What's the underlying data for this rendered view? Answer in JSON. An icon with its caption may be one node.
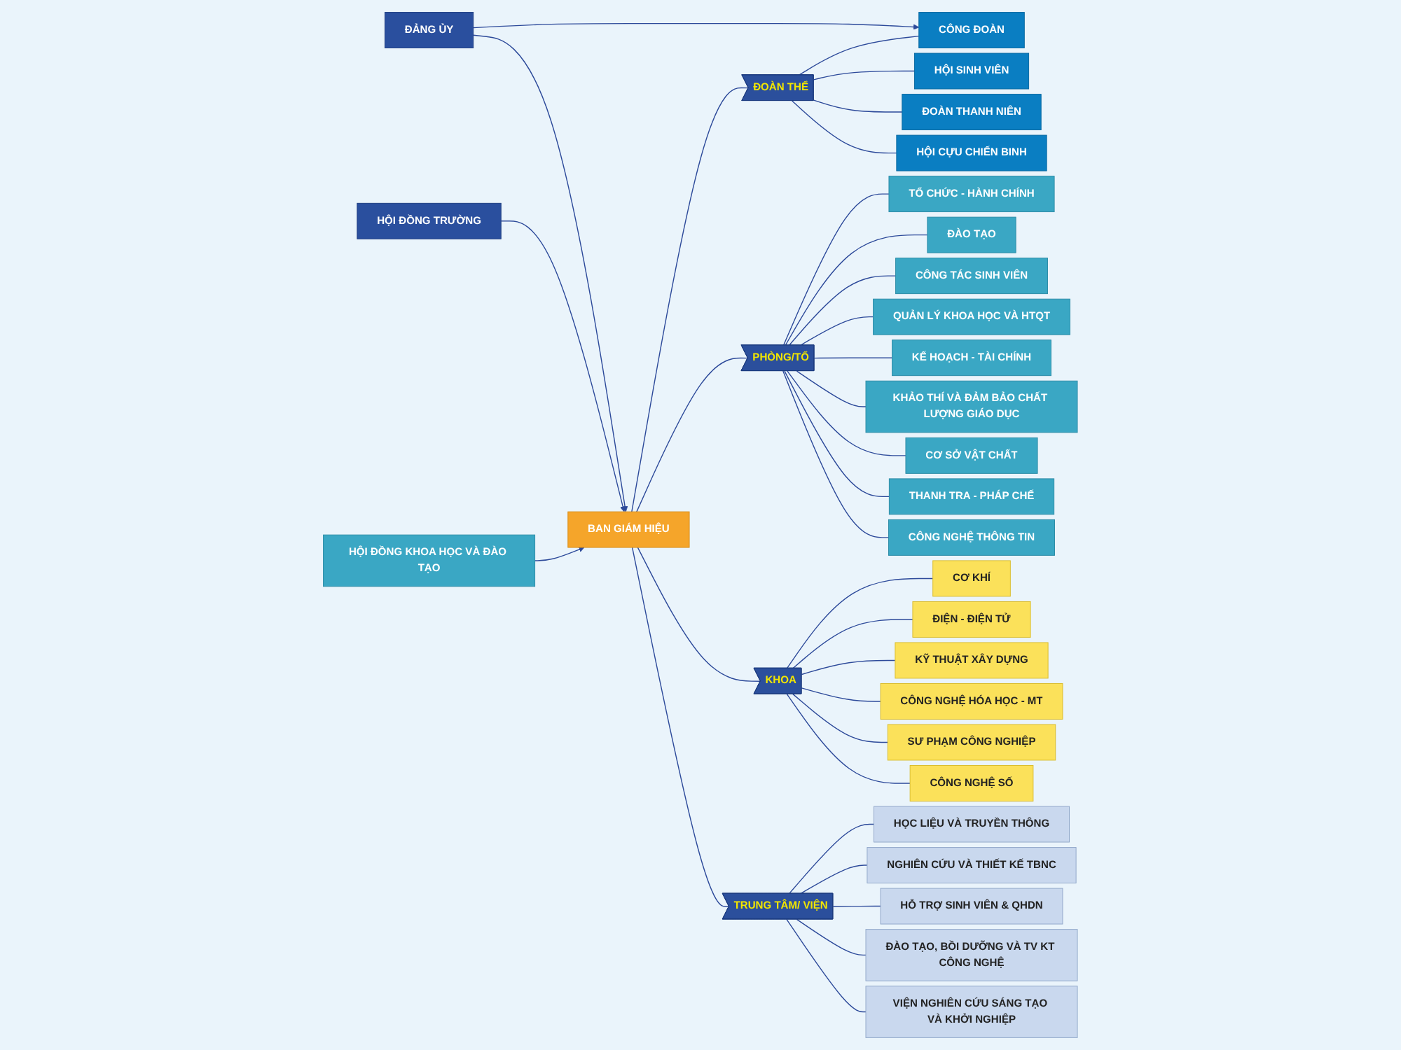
{
  "diagram": {
    "nodes": [
      {
        "text": [
          "ĐẢNG ỦY"
        ]
      },
      {
        "text": [
          "HỘI ĐỒNG TRƯỜNG"
        ]
      },
      {
        "text": [
          "BAN GIÁM HIỆU"
        ]
      },
      {
        "text": [
          "HỘI ĐỒNG KHOA HỌC VÀ ĐÀO TẠO"
        ]
      },
      {
        "text": [
          "ĐOÀN THỂ"
        ]
      },
      {
        "text": [
          "CÔNG ĐOÀN"
        ]
      },
      {
        "text": [
          "HỘI SINH VIÊN"
        ]
      },
      {
        "text": [
          "ĐOÀN THANH NIÊN"
        ]
      },
      {
        "text": [
          "HỘI CỰU CHIẾN BINH"
        ]
      },
      {
        "text": [
          "PHÒNG/TỔ"
        ]
      },
      {
        "text": [
          "TỔ CHỨC - HÀNH CHÍNH"
        ]
      },
      {
        "text": [
          "ĐÀO TẠO"
        ]
      },
      {
        "text": [
          "CÔNG TÁC SINH VIÊN"
        ]
      },
      {
        "text": [
          "QUẢN LÝ KHOA HỌC VÀ HTQT"
        ]
      },
      {
        "text": [
          "KẾ HOẠCH - TÀI CHÍNH"
        ]
      },
      {
        "text": [
          "KHẢO THÍ VÀ ĐẢM BẢO CHẤT LƯỢNG GIÁO DỤC"
        ]
      },
      {
        "text": [
          "CƠ SỞ VẬT CHẤT"
        ]
      },
      {
        "text": [
          "THANH TRA - PHÁP CHẾ"
        ]
      },
      {
        "text": [
          "CÔNG NGHỆ THÔNG TIN"
        ]
      },
      {
        "text": [
          "KHOA"
        ]
      },
      {
        "text": [
          "CƠ KHÍ"
        ]
      },
      {
        "text": [
          "ĐIỆN - ĐIỆN TỬ"
        ]
      },
      {
        "text": [
          "KỸ THUẬT XÂY DỰNG"
        ]
      },
      {
        "text": [
          "CÔNG NGHỆ HÓA HỌC - MT"
        ]
      },
      {
        "text": [
          "SƯ PHẠM CÔNG NGHIỆP"
        ]
      },
      {
        "text": [
          "CÔNG NGHỆ SỐ"
        ]
      },
      {
        "text": [
          "TRUNG TÂM/ VIỆN"
        ]
      },
      {
        "text": [
          "HỌC LIỆU VÀ TRUYỀN THÔNG"
        ]
      },
      {
        "text": [
          "NGHIÊN CỨU VÀ THIẾT KẾ TBNC"
        ]
      },
      {
        "text": [
          "HỖ TRỢ SINH VIÊN & QHDN"
        ]
      },
      {
        "text": [
          "ĐÀO TẠO, BỒI DƯỠNG VÀ TV KT CÔNG NGHỆ"
        ]
      },
      {
        "text": [
          "VIỆN NGHIÊN CỨU SÁNG TẠO VÀ KHỞI NGHIỆP"
        ]
      }
    ],
    "edges": [
      {
        "from": 0,
        "to": 2,
        "arrow": "to"
      },
      {
        "from": 1,
        "to": 2,
        "arrow": "to"
      },
      {
        "from": 3,
        "to": 2,
        "arrow": "to"
      },
      {
        "from": 0,
        "to": 5,
        "arrow": "to"
      },
      {
        "from": 2,
        "to": 4,
        "arrow": "none"
      },
      {
        "from": 2,
        "to": 9,
        "arrow": "none"
      },
      {
        "from": 2,
        "to": 19,
        "arrow": "none"
      },
      {
        "from": 2,
        "to": 26,
        "arrow": "none"
      },
      {
        "from": 4,
        "to": 5,
        "arrow": "none"
      },
      {
        "from": 4,
        "to": 6,
        "arrow": "none"
      },
      {
        "from": 4,
        "to": 7,
        "arrow": "none"
      },
      {
        "from": 4,
        "to": 8,
        "arrow": "none"
      },
      {
        "from": 9,
        "to": 10,
        "arrow": "none"
      },
      {
        "from": 9,
        "to": 11,
        "arrow": "none"
      },
      {
        "from": 9,
        "to": 12,
        "arrow": "none"
      },
      {
        "from": 9,
        "to": 13,
        "arrow": "none"
      },
      {
        "from": 9,
        "to": 14,
        "arrow": "none"
      },
      {
        "from": 9,
        "to": 15,
        "arrow": "none"
      },
      {
        "from": 9,
        "to": 16,
        "arrow": "none"
      },
      {
        "from": 9,
        "to": 17,
        "arrow": "none"
      },
      {
        "from": 9,
        "to": 18,
        "arrow": "none"
      },
      {
        "from": 19,
        "to": 20,
        "arrow": "none"
      },
      {
        "from": 19,
        "to": 21,
        "arrow": "none"
      },
      {
        "from": 19,
        "to": 22,
        "arrow": "none"
      },
      {
        "from": 19,
        "to": 23,
        "arrow": "none"
      },
      {
        "from": 19,
        "to": 24,
        "arrow": "none"
      },
      {
        "from": 19,
        "to": 25,
        "arrow": "none"
      },
      {
        "from": 26,
        "to": 27,
        "arrow": "none"
      },
      {
        "from": 26,
        "to": 28,
        "arrow": "none"
      },
      {
        "from": 26,
        "to": 29,
        "arrow": "none"
      },
      {
        "from": 26,
        "to": 30,
        "arrow": "none"
      },
      {
        "from": 26,
        "to": 31,
        "arrow": "none"
      }
    ]
  }
}
